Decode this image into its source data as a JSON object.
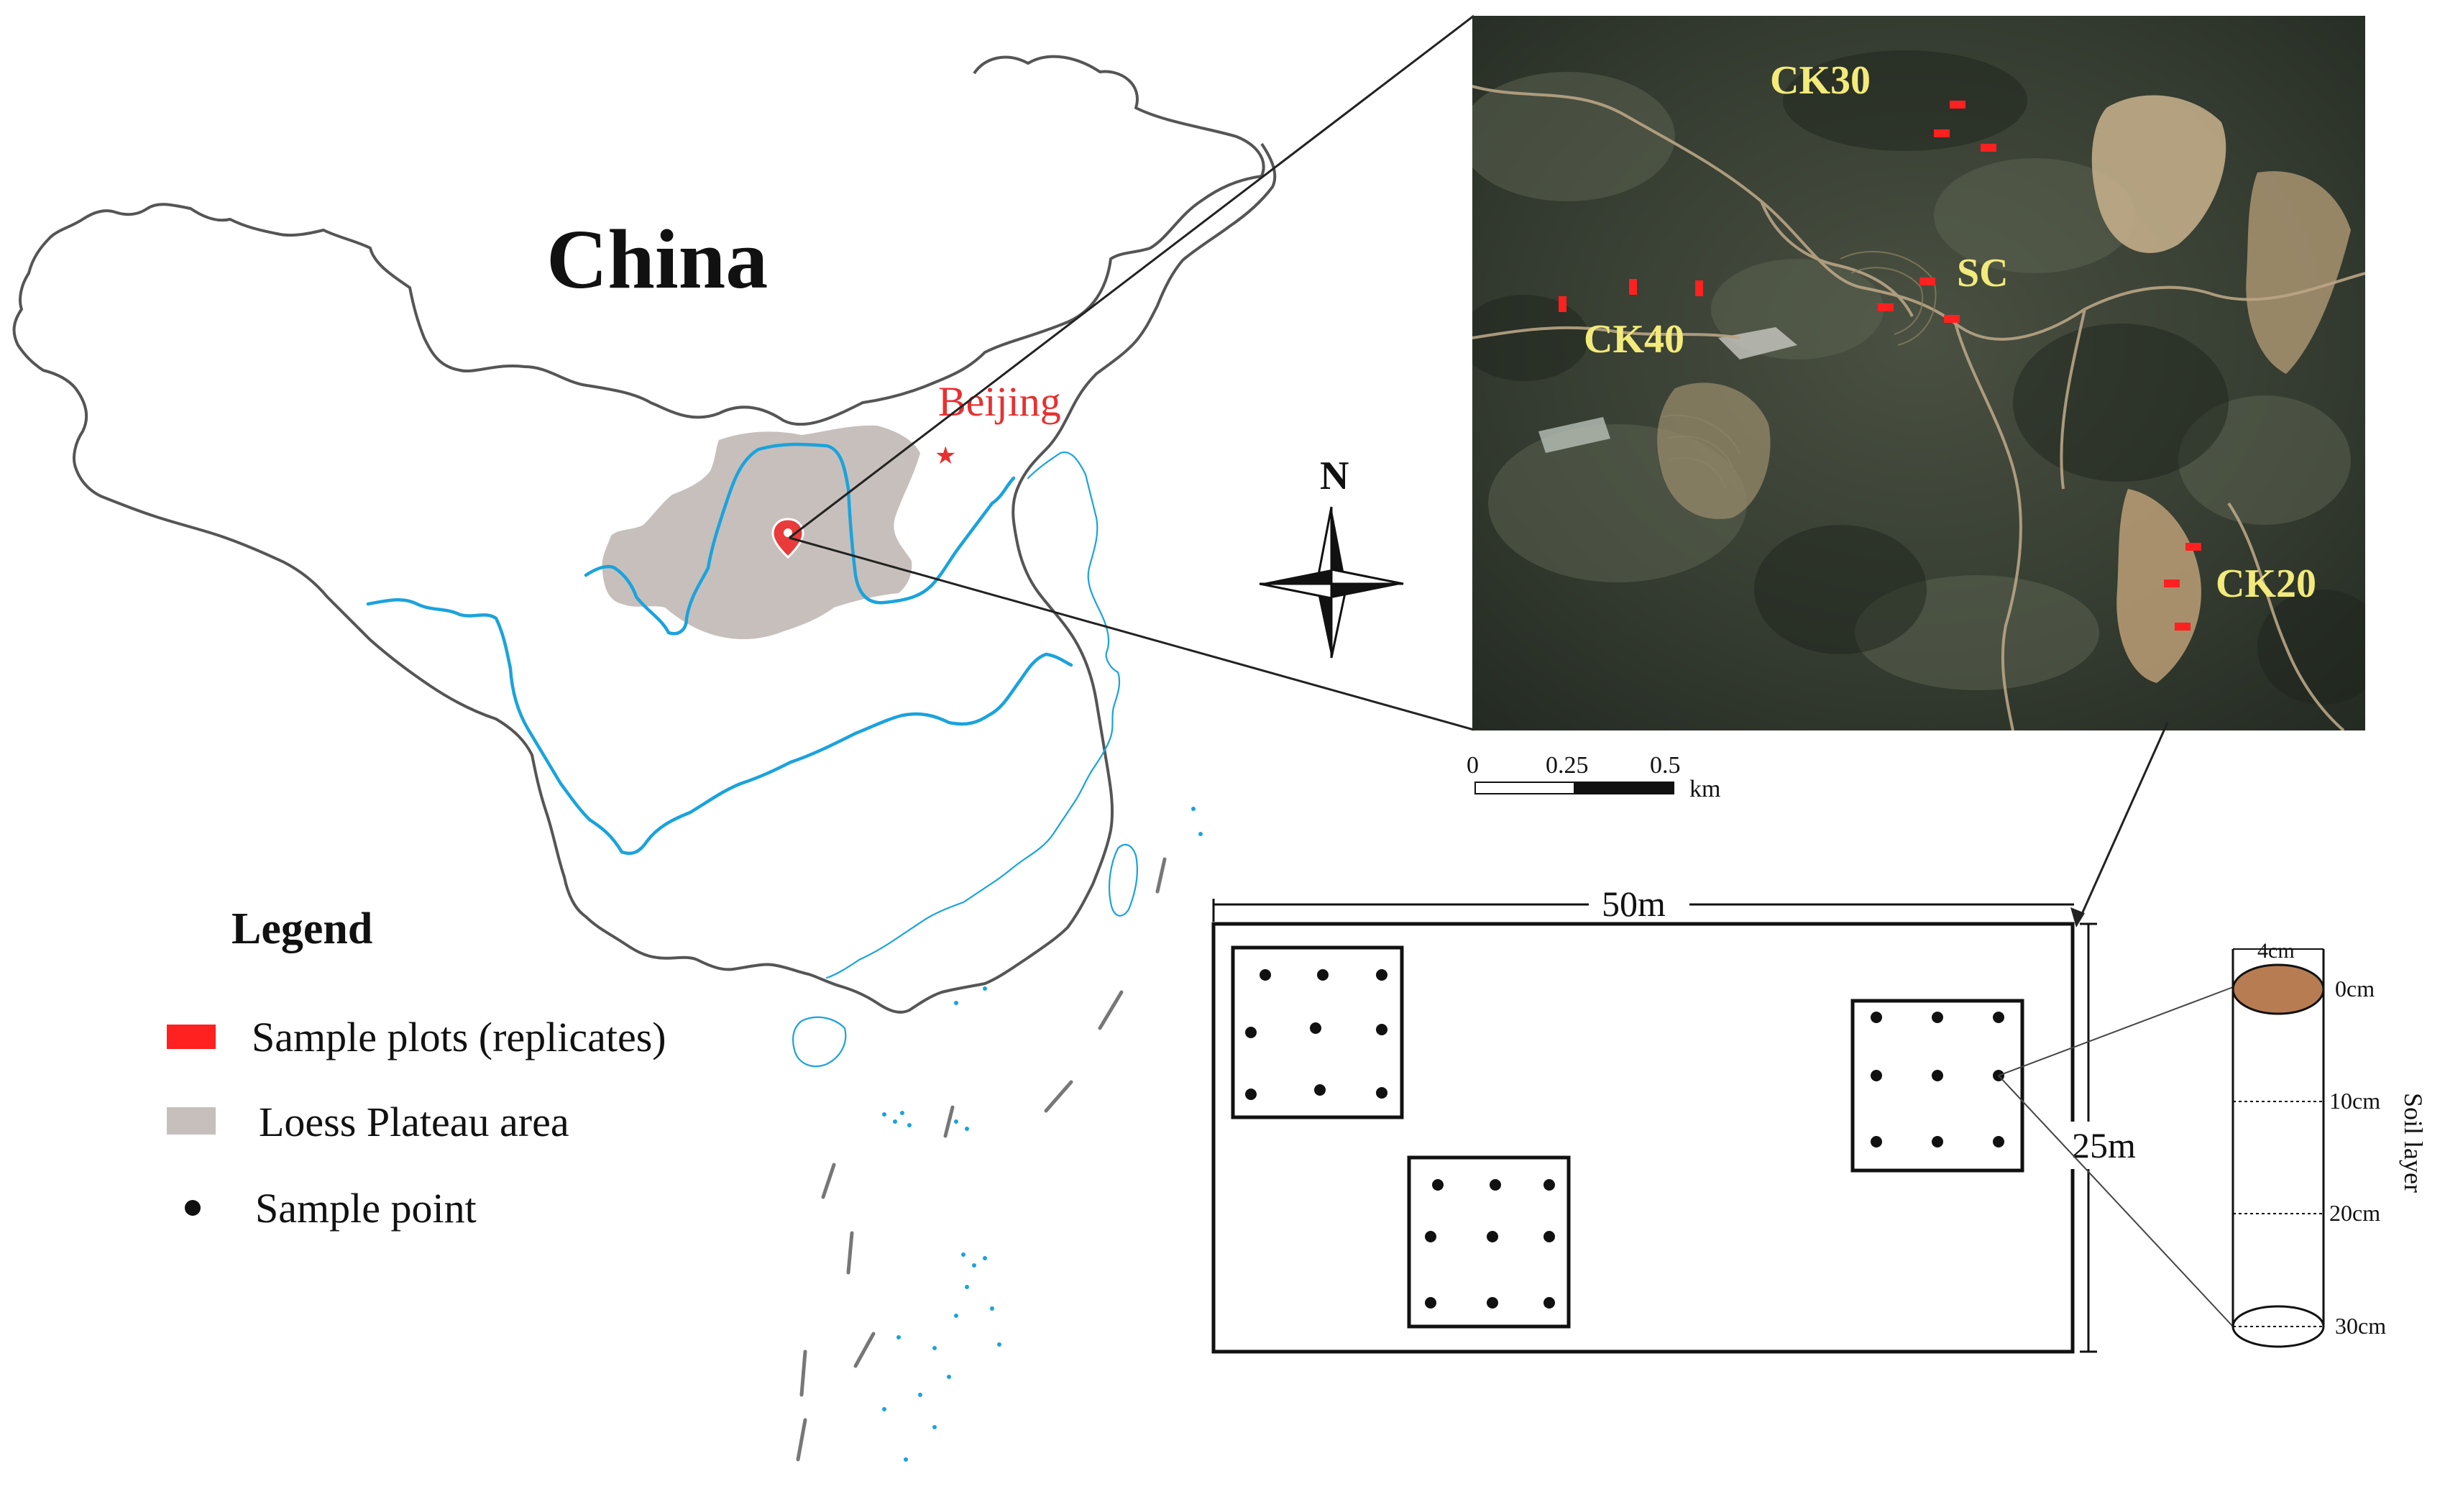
{
  "map": {
    "country_label": "China",
    "capital_label": "Beijing"
  },
  "legend": {
    "title": "Legend",
    "items": [
      {
        "label": "Sample plots (replicates)",
        "symbol": "red-rectangle"
      },
      {
        "label": "Loess Plateau area",
        "symbol": "gray-rectangle"
      },
      {
        "label": "Sample point",
        "symbol": "black-dot"
      }
    ]
  },
  "compass": {
    "north_label": "N"
  },
  "satellite": {
    "site_labels": [
      "CK30",
      "SC",
      "CK40",
      "CK20"
    ]
  },
  "scale_bar": {
    "ticks": [
      "0",
      "0.25",
      "0.5"
    ],
    "unit": "km"
  },
  "plot_diagram": {
    "width_label": "50m",
    "height_label": "25m"
  },
  "soil_core": {
    "diameter_label": "4cm",
    "depth_labels": [
      "0cm",
      "10cm",
      "20cm",
      "30cm"
    ],
    "axis_label": "Soil layer"
  },
  "colors": {
    "sample_plot": "#ff2020",
    "loess_plateau": "#c7bfbc",
    "river": "#1aa3dc",
    "site_label": "#f2ea7a",
    "beijing": "#e83030",
    "soil_top": "#b87c52",
    "border": "#555555"
  }
}
